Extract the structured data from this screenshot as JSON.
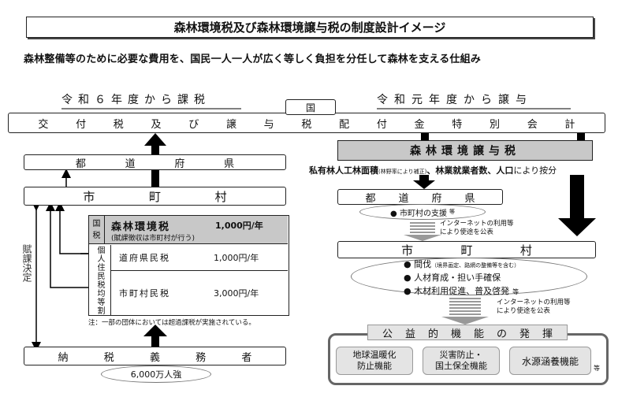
{
  "title": "森林環境税及び森林環境譲与税の制度設計イメージ",
  "subtitle": "森林整備等のために必要な費用を、国民一人一人が広く等しく負担を分任して森林を支える仕組み",
  "left_header": "令和６年度から課税",
  "right_header": "令和元年度から譲与",
  "kuni": "国",
  "national_bar_chars": [
    "交",
    "付",
    "税",
    "及",
    "び",
    "譲",
    "与",
    "税",
    "配",
    "付",
    "金",
    "特",
    "別",
    "会",
    "計"
  ],
  "left": {
    "prefecture_chars": [
      "都",
      "道",
      "府",
      "県"
    ],
    "municipality_chars": [
      "市",
      "町",
      "村"
    ],
    "tax_label_top": "国",
    "tax_label_bottom": "税",
    "forest_tax_name": "森林環境税",
    "forest_tax_amount": "1,000円/年",
    "forest_tax_note": "(賦課徴収は市町村が行う)",
    "resident_tax_label": "個人住民税均等割",
    "pref_tax_name": "道府県民税",
    "pref_tax_amount": "1,000円/年",
    "muni_tax_name": "市町村民税",
    "muni_tax_amount": "3,000円/年",
    "footnote": "注：一部の団体においては超過課税が実施されている。",
    "side_label": "賦課決定",
    "taxpayer_chars": [
      "納",
      "税",
      "義",
      "務",
      "者"
    ],
    "taxpayer_count": "6,000万人強"
  },
  "right": {
    "transfer_tax_title": "森林環境譲与税",
    "distribution_prefix": "私有林人工林面積",
    "distribution_small1": "(林野率により補正)",
    "distribution_mid": "、林業就業者数、人口",
    "distribution_suffix": "により按分",
    "prefecture_chars": [
      "都",
      "道",
      "府",
      "県"
    ],
    "pref_support": "● 市町村の支援",
    "pref_support_etc": "等",
    "internet_note_1a": "インターネットの利用等",
    "internet_note_1b": "により使途を公表",
    "municipality_chars": [
      "市",
      "町",
      "村"
    ],
    "uses": [
      {
        "text": "● 間伐",
        "small": "（境界画定、路網の整備等を含む）"
      },
      {
        "text": "● 人材育成・担い手確保",
        "small": ""
      },
      {
        "text": "● 木材利用促進、普及啓発",
        "small": "等"
      }
    ],
    "internet_note_2a": "インターネットの利用等",
    "internet_note_2b": "により使途を公表",
    "public_function_title_chars": [
      "公",
      "益",
      "的",
      "機",
      "能",
      "の",
      "発",
      "揮"
    ],
    "functions": [
      {
        "line1": "地球温暖化",
        "line2": "防止機能"
      },
      {
        "line1": "災害防止・",
        "line2": "国土保全機能"
      },
      {
        "line1": "水源涵養機能",
        "line2": ""
      }
    ],
    "functions_etc": "等"
  },
  "colors": {
    "gray_fill": "#c8c8c8",
    "light_gray": "#e4e4e4",
    "black": "#000000"
  }
}
